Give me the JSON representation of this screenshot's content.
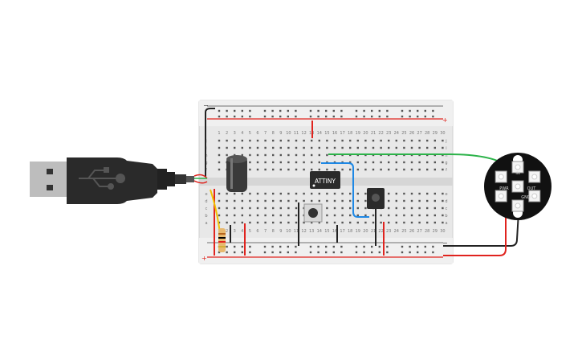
{
  "breadboard": {
    "top_rail_plus": "+",
    "top_rail_minus": "−",
    "bottom_rail_plus": "+",
    "bottom_rail_minus": "−",
    "columns": 30,
    "row_letters_top": [
      "j",
      "i",
      "h",
      "g",
      "f"
    ],
    "row_letters_bottom": [
      "e",
      "d",
      "c",
      "b",
      "a"
    ]
  },
  "chip": {
    "label": "ATTINY"
  },
  "neopixel": {
    "pads": {
      "pwr": "PWR",
      "out": "OUT",
      "gnd": "GND",
      "in": "IN"
    }
  },
  "colors": {
    "wire_red": "#e0231e",
    "wire_black": "#222222",
    "wire_green": "#2db34a",
    "wire_blue": "#1e88e5",
    "wire_yellow": "#f2c200",
    "board": "#e8e8e8"
  },
  "icons": {
    "usb_plug": "usb-plug-icon",
    "usb_symbol": "usb-symbol-icon"
  }
}
